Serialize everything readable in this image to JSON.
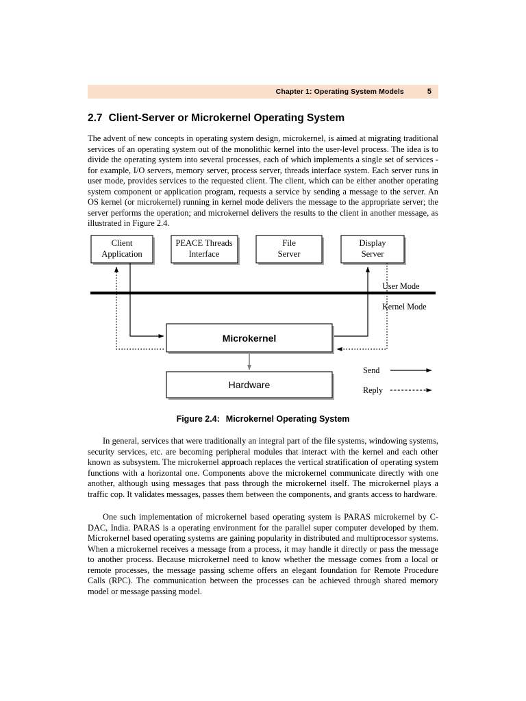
{
  "header": {
    "chapter_title": "Chapter 1: Operating System Models",
    "page_number": "5",
    "bar_color": "#fbdfcd"
  },
  "section": {
    "number": "2.7",
    "title": "Client-Server or Microkernel Operating System"
  },
  "paragraphs": {
    "p1": "The advent of new concepts in operating system design, microkernel, is aimed at migrating traditional services of an operating system out of the monolithic kernel into the user-level process. The idea is to divide the operating system into several processes, each of which implements a single set of services - for example, I/O servers, memory server, process server, threads interface system. Each server runs in user mode, provides services to the requested client. The client, which can be either another operating system component or application program, requests a service by sending a message  to the server. An OS kernel (or microkernel) running in kernel mode delivers the message to the appropriate server; the server performs the operation; and microkernel delivers the results to the client in another message, as illustrated in Figure 2.4.",
    "p2": "In general, services that were traditionally an integral part of the file systems, windowing systems, security services, etc. are becoming peripheral modules that interact with the kernel and each other known as subsystem. The microkernel approach replaces the vertical stratification of operating system functions with a horizontal one. Components above the microkernel communicate directly with one another, although using messages that pass through the microkernel itself. The microkernel plays a traffic cop. It validates messages, passes them between the components, and grants access to hardware.",
    "p3": "One such implementation of microkernel based operating system is PARAS microkernel by C-DAC, India. PARAS is a operating environment for the parallel super computer developed by them. Microkernel based operating systems are gaining popularity in distributed and multiprocessor systems. When a microkernel receives a message from a process, it may handle it directly or pass the message to another process. Because microkernel need to know whether the message comes from a local or remote processes, the message passing scheme offers an elegant foundation for Remote Procedure Calls (RPC). The communication between the processes can be achieved through shared memory model or message passing model."
  },
  "figure": {
    "caption_number": "Figure 2.4:",
    "caption_title": "Microkernel Operating System",
    "user_boxes": [
      {
        "line1": "Client",
        "line2": "Application"
      },
      {
        "line1": "PEACE Threads",
        "line2": "Interface"
      },
      {
        "line1": "File",
        "line2": "Server"
      },
      {
        "line1": "Display",
        "line2": "Server"
      }
    ],
    "microkernel_label": "Microkernel",
    "hardware_label": "Hardware",
    "mode_labels": {
      "user": "User Mode",
      "kernel": "Kernel Mode"
    },
    "legend": [
      {
        "label": "Send",
        "style": "solid"
      },
      {
        "label": "Reply",
        "style": "dashed"
      }
    ]
  }
}
